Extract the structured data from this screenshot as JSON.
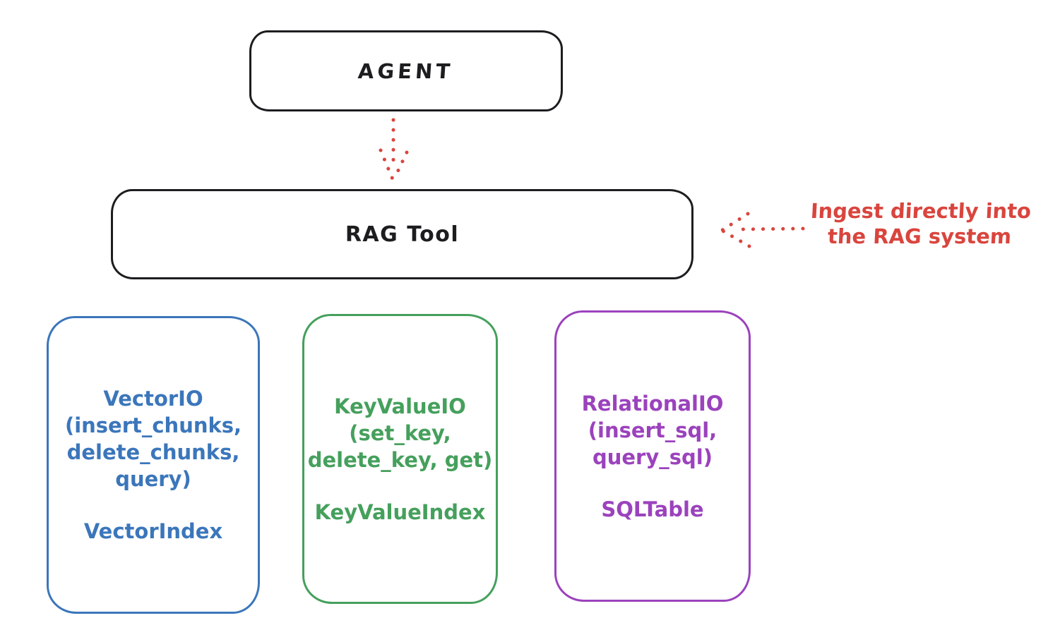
{
  "diagram": {
    "agent": {
      "label": "AGENT"
    },
    "rag_tool": {
      "label": "RAG Tool"
    },
    "annotation": {
      "line1": "Ingest directly into",
      "line2": "the RAG system"
    },
    "cards": [
      {
        "title": "VectorIO",
        "params": [
          "(insert_chunks,",
          "delete_chunks,",
          "query)"
        ],
        "index": "VectorIndex",
        "color": "#3b76bb"
      },
      {
        "title": "KeyValueIO",
        "params": [
          "(set_key,",
          "delete_key, get)"
        ],
        "index": "KeyValueIndex",
        "color": "#45a05c"
      },
      {
        "title": "RelationalIO",
        "params": [
          "(insert_sql,",
          "query_sql)"
        ],
        "index": "SQLTable",
        "color": "#9b42bd"
      }
    ],
    "icons": {
      "agent_to_rag": "dotted-down-arrow-icon",
      "ingest_to_rag": "dotted-left-arrow-icon"
    },
    "colors": {
      "stroke": "#1d1d20",
      "accent_red": "#d9453e"
    }
  }
}
